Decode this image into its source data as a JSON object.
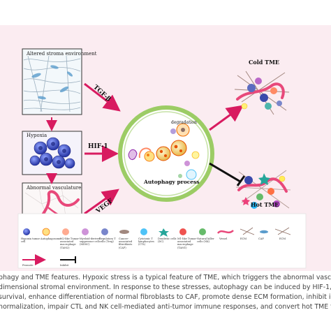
{
  "figure": {
    "stimuli": [
      {
        "id": "ecm",
        "title": "Altered stroma environment"
      },
      {
        "id": "hypoxia",
        "title": "Hypoxia"
      },
      {
        "id": "vasc",
        "title": "Abnormal vasculature"
      }
    ],
    "signals": [
      "TGF-β",
      "HIF-1",
      "VEGF"
    ],
    "center": {
      "degradation": "degradation",
      "process": "Autophagy process"
    },
    "outcomes": {
      "cold": "Cold TME",
      "hot": "Hot TME"
    },
    "legend": {
      "cells": [
        "Hypoxia tumor cell",
        "Autophagosome",
        "M2-like Tumor-associated macrophage (TAM2)",
        "Myeloid-derived suppressor cell (MDSC)",
        "Regulatory T cells (Treg)",
        "Cancer-associated fibroblasts (CAF)",
        "Cytotoxic T lymphocytes (CTL)",
        "Dendritic cells (DC)",
        "M1-like Tumor-associated macrophage (TAM1)",
        "Natural killer cells (NK)",
        "Vessel",
        "ECM",
        "CAF",
        "ECM"
      ],
      "promote": "Promote",
      "inhibit": "Inhibit"
    }
  },
  "caption": [
    "phagy and TME features. Hypoxic stress is a typical feature of TME, which triggers the abnormal vasculature and",
    "dimensional stromal environment. In response to these stresses, autophagy can be induced by HIF-1, VEGF, and",
    "survival, enhance differentiation of normal fibroblasts to CAF, promote dense ECM formation, inhibit immune cell",
    "normalization, impair CTL and NK cell-mediated anti-tumor immune responses, and convert hot TME to cold TME."
  ],
  "colors": {
    "background": "#fbecf1",
    "promote": "#d81b60",
    "inhibit": "#111111",
    "circle": "#8bc34a",
    "hypoxia": "#4a57c8"
  }
}
